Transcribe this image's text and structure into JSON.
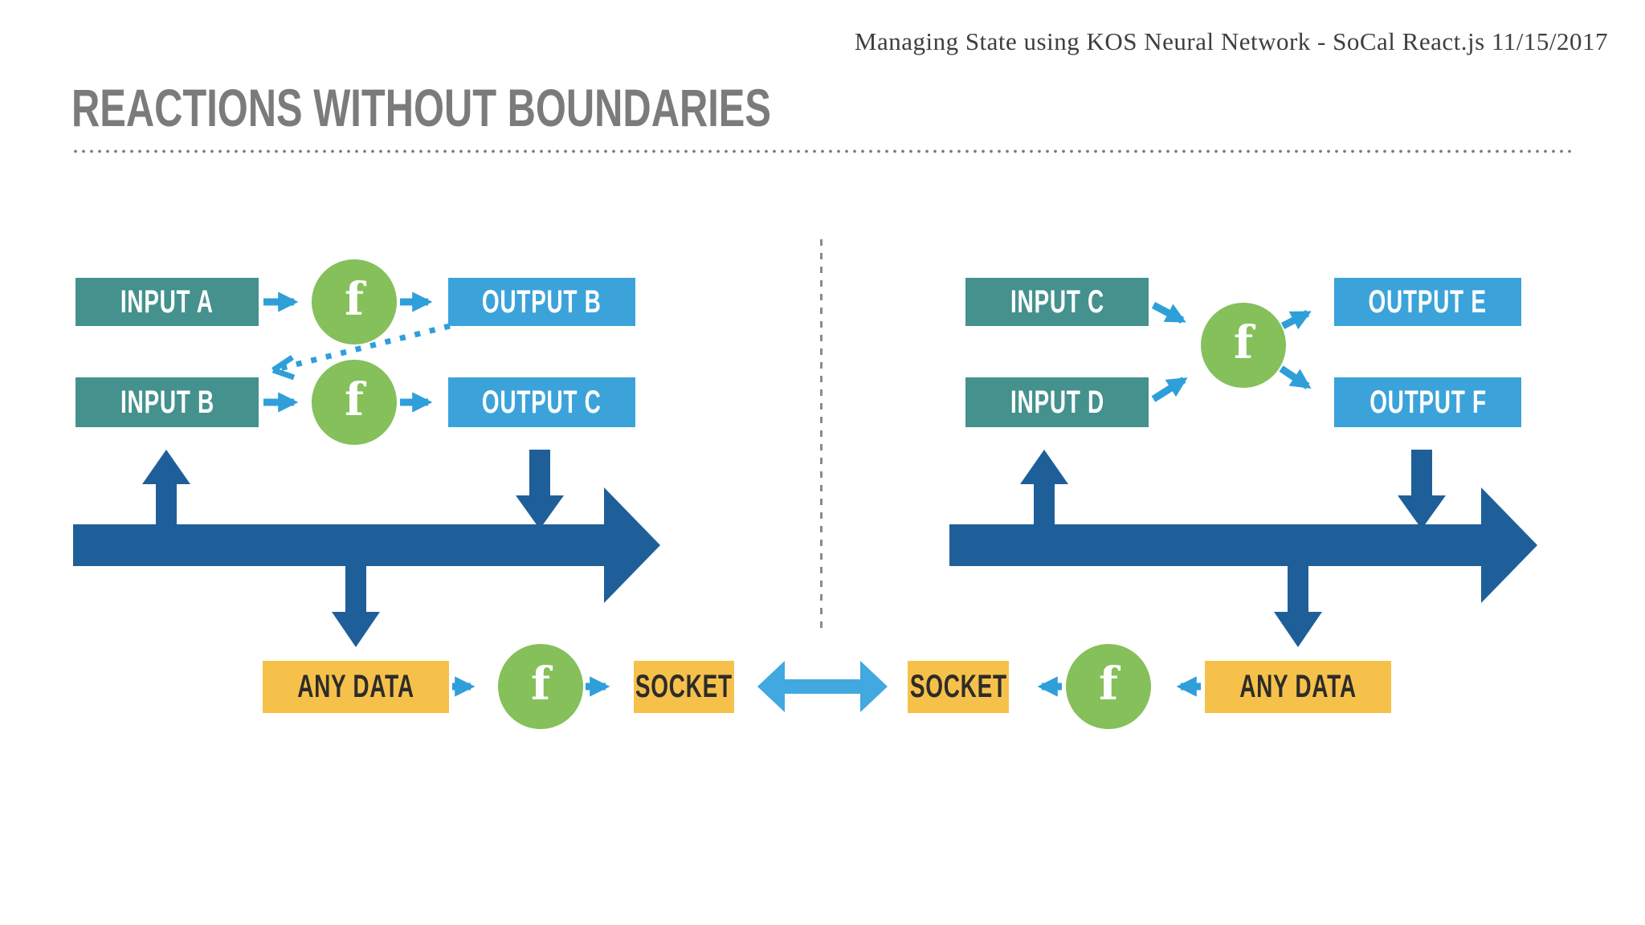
{
  "header": {
    "credit": "Managing State using KOS Neural Network - SoCal React.js 11/15/2017"
  },
  "title": "REACTIONS WITHOUT BOUNDARIES",
  "colors": {
    "input_teal": "#44918e",
    "output_blue": "#3ba3da",
    "function_green": "#85c05b",
    "data_yellow": "#f6c14b",
    "bus_dark_blue": "#1f5f99",
    "connector_blue": "#2f9fda",
    "double_arrow_blue": "#41a8e0",
    "title_gray": "#7b7b7b",
    "credit_gray": "#3e3e3e",
    "divider_gray": "#8a8a8a",
    "dark_text": "#2e2c29"
  },
  "nodes": {
    "fn": "f",
    "input_a": "INPUT A",
    "input_b": "INPUT B",
    "input_c": "INPUT C",
    "input_d": "INPUT D",
    "output_b": "OUTPUT B",
    "output_c": "OUTPUT C",
    "output_e": "OUTPUT E",
    "output_f": "OUTPUT F",
    "any_data_left": "ANY DATA",
    "socket_left": "SOCKET",
    "socket_right": "SOCKET",
    "any_data_right": "ANY DATA"
  }
}
